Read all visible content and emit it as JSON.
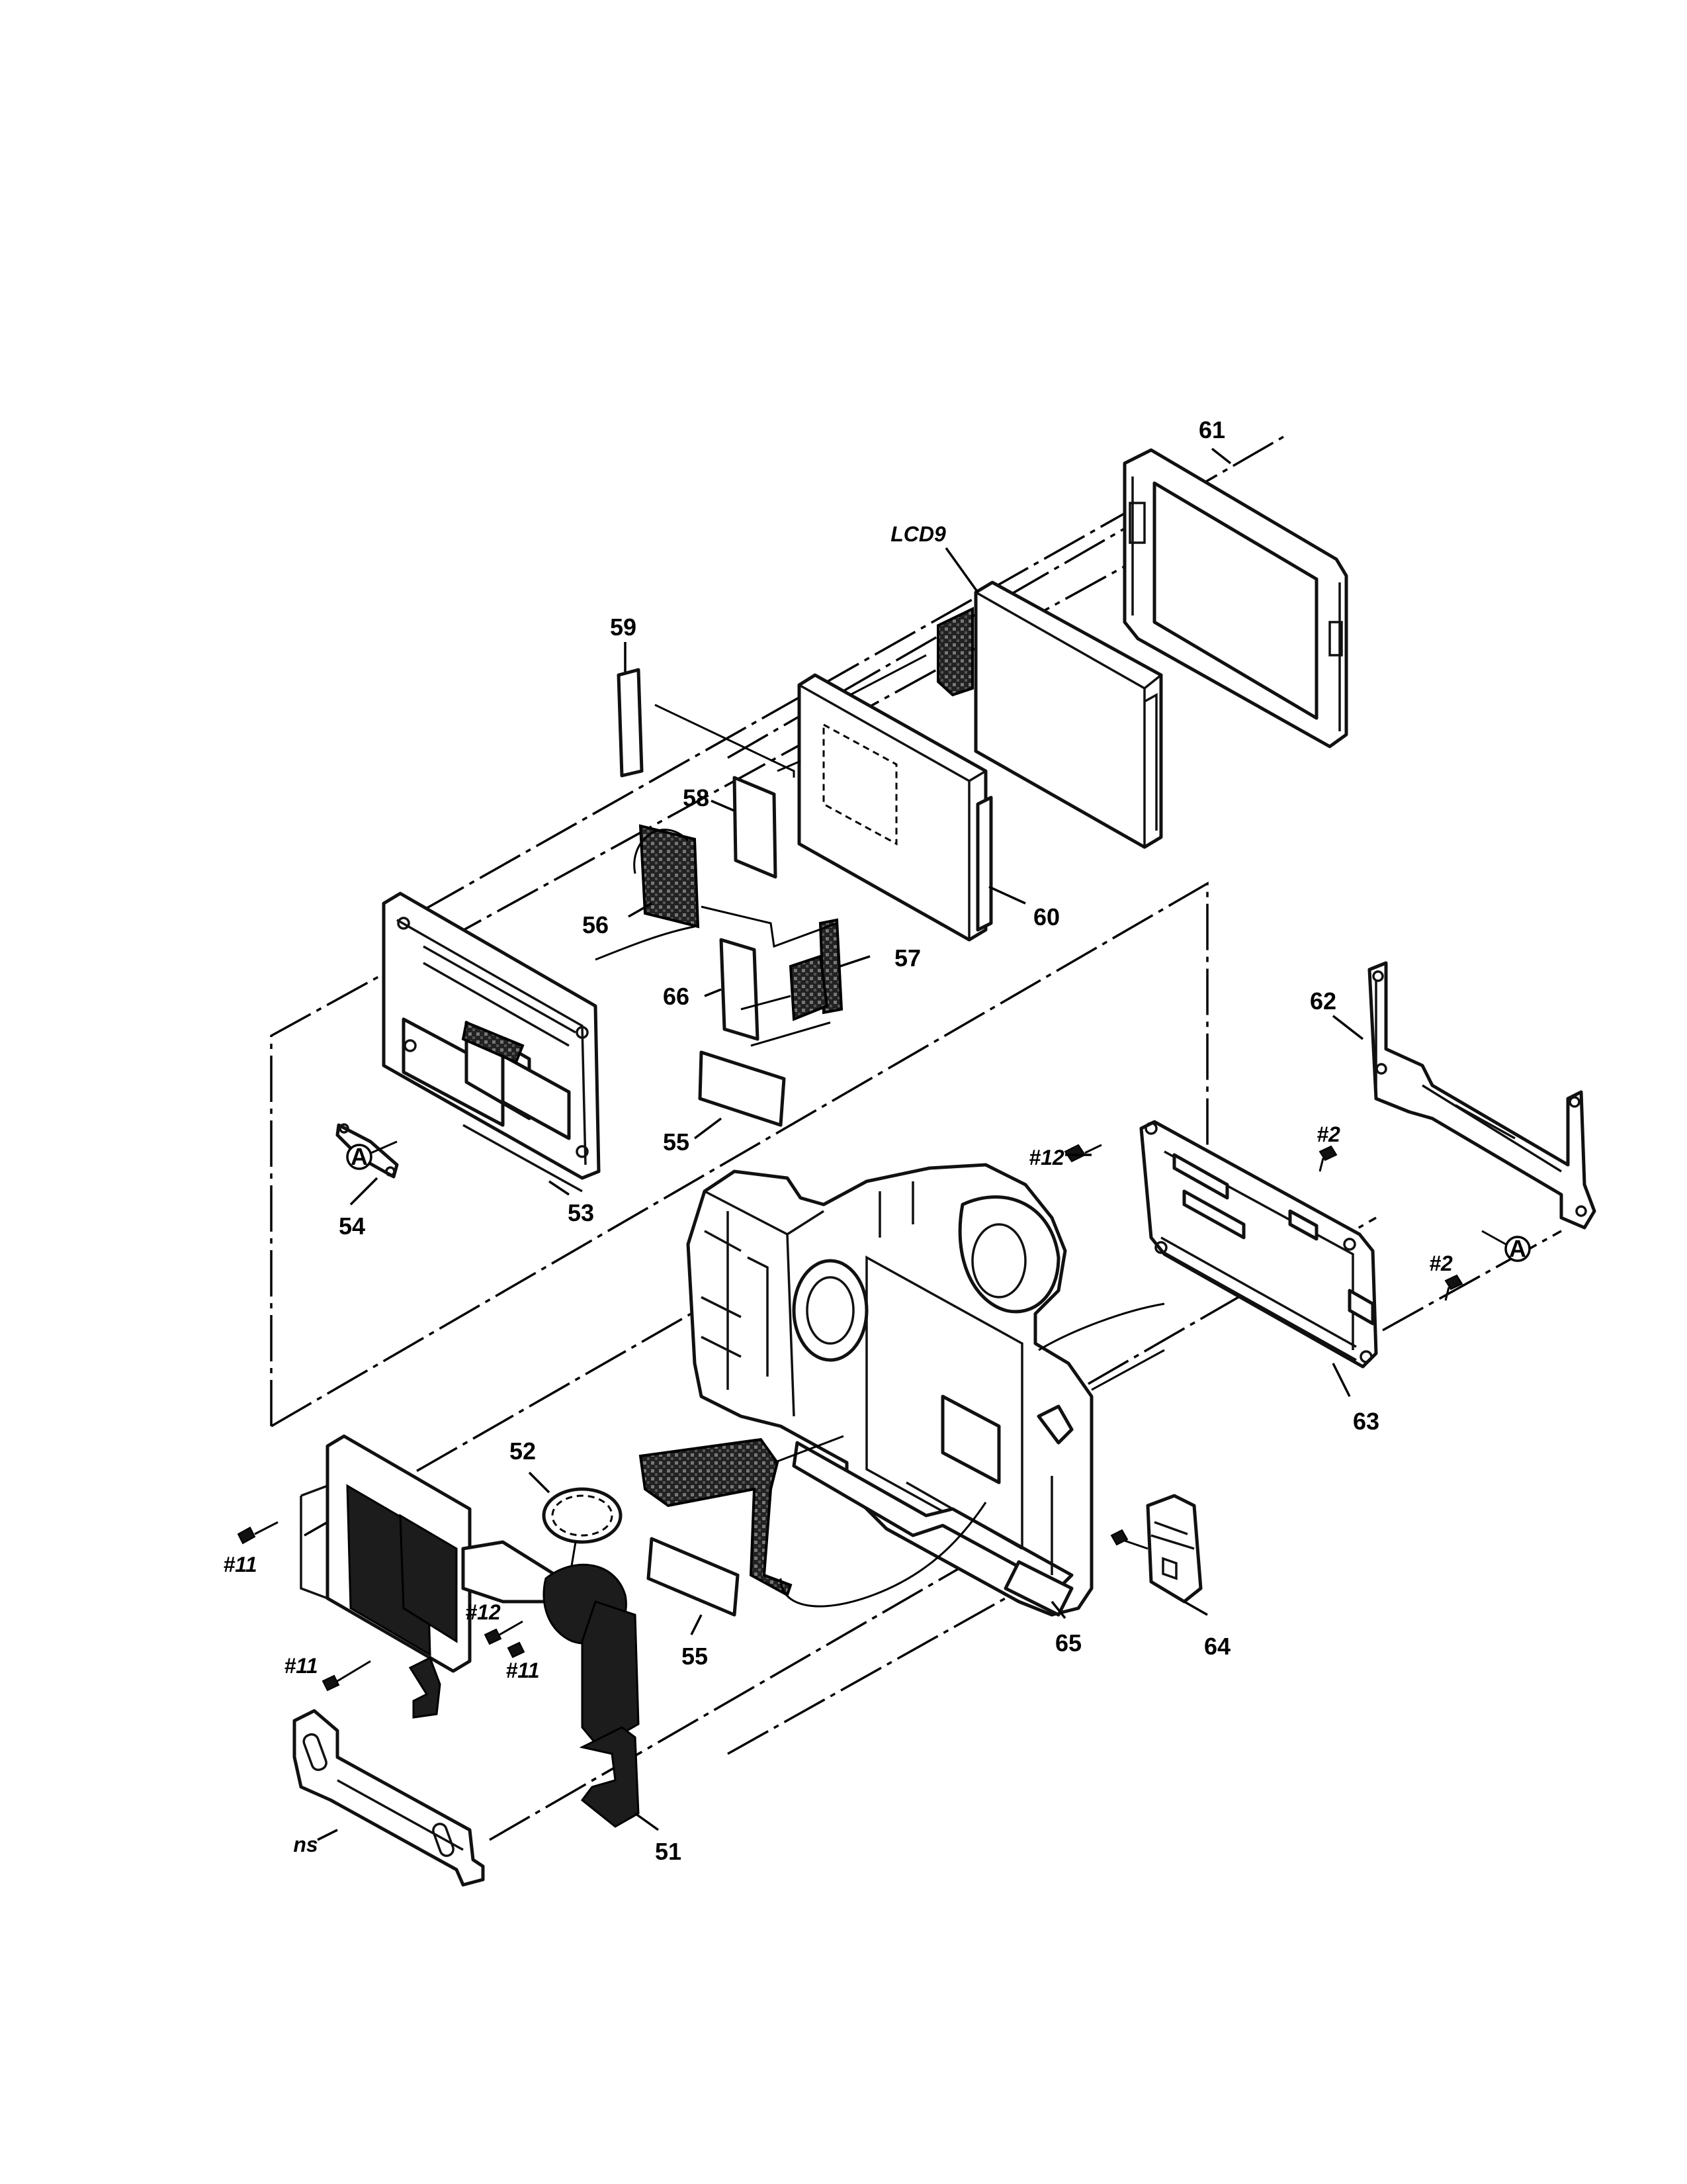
{
  "diagram": {
    "part_labels": {
      "p51": "51",
      "p52": "52",
      "p53": "53",
      "p54": "54",
      "p55a": "55",
      "p55b": "55",
      "p56": "56",
      "p57": "57",
      "p58": "58",
      "p59": "59",
      "p60": "60",
      "p61": "61",
      "p62": "62",
      "p63": "63",
      "p64": "64",
      "p65": "65",
      "p66": "66",
      "lcd9": "LCD9",
      "ns": "ns"
    },
    "screw_labels": {
      "s11a": "#11",
      "s11b": "#11",
      "s11c": "#11",
      "s12a": "#12",
      "s12b": "#12",
      "s2a": "#2",
      "s2b": "#2"
    },
    "reference_marks": {
      "left": "A",
      "right": "A"
    },
    "colors": {
      "line": "#000000",
      "background": "#ffffff"
    }
  }
}
